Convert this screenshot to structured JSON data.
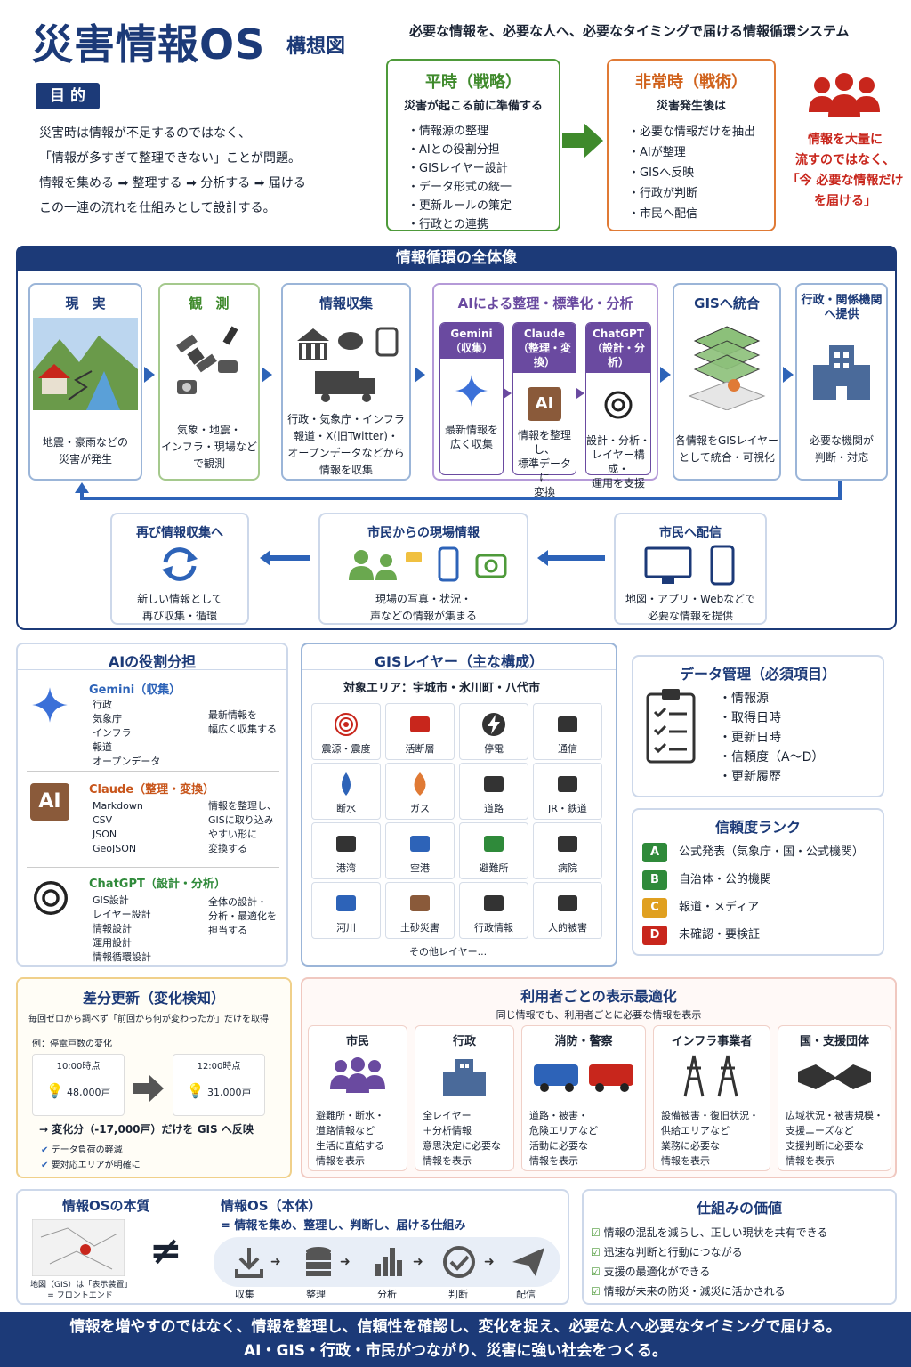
{
  "header": {
    "title": "災害情報OS",
    "title_suffix": "構想図",
    "tagline": "必要な情報を、必要な人へ、必要なタイミングで届ける情報循環システム"
  },
  "purpose": {
    "tag": "目 的",
    "lines": [
      "災害時は情報が不足するのではなく、",
      "「情報が多すぎて整理できない」ことが問題。",
      "情報を集める ➡ 整理する ➡ 分析する ➡ 届ける",
      "この一連の流れを仕組みとして設計する。"
    ]
  },
  "peacetime": {
    "title": "平時（戦略）",
    "subtitle": "災害が起こる前に準備する",
    "items": [
      "情報源の整理",
      "AIとの役割分担",
      "GISレイヤー設計",
      "データ形式の統一",
      "更新ルールの策定",
      "行政との連携"
    ]
  },
  "emergency": {
    "title": "非常時（戦術）",
    "subtitle": "災害発生後は",
    "items": [
      "必要な情報だけを抽出",
      "AIが整理",
      "GISへ反映",
      "行政が判断",
      "市民へ配信"
    ]
  },
  "warning": [
    "情報を大量に",
    "流すのではなく、",
    "「今 必要な情報だけ",
    "を届ける」"
  ],
  "cycle": {
    "header": "情報循環の全体像",
    "reality": {
      "title": "現　実",
      "desc": [
        "地震・豪雨などの",
        "災害が発生"
      ]
    },
    "observe": {
      "title": "観　測",
      "desc": [
        "気象・地震・",
        "インフラ・現場など",
        "で観測"
      ]
    },
    "collect": {
      "title": "情報収集",
      "desc": [
        "行政・気象庁・インフラ",
        "報道・X(旧Twitter)・",
        "オープンデータなどから",
        "情報を収集"
      ]
    },
    "ai": {
      "title": "AIによる整理・標準化・分析",
      "steps": [
        {
          "head1": "Gemini",
          "head2": "（収集）",
          "desc": [
            "最新情報を",
            "広く収集"
          ]
        },
        {
          "head1": "Claude",
          "head2": "（整理・変換）",
          "desc": [
            "情報を整理し、",
            "標準データに",
            "変換"
          ]
        },
        {
          "head1": "ChatGPT",
          "head2": "（設計・分析）",
          "desc": [
            "設計・分析・",
            "レイヤー構成・",
            "運用を支援"
          ]
        }
      ]
    },
    "gis": {
      "title": "GISへ統合",
      "desc": [
        "各情報をGISレイヤー",
        "として統合・可視化"
      ]
    },
    "gov": {
      "title1": "行政・関係機関",
      "title2": "へ提供",
      "desc": [
        "必要な機関が",
        "判断・対応"
      ]
    },
    "recollect": {
      "title": "再び情報収集へ",
      "desc": [
        "新しい情報として",
        "再び収集・循環"
      ]
    },
    "citizen_field": {
      "title": "市民からの現場情報",
      "desc": [
        "現場の写真・状況・",
        "声などの情報が集まる"
      ]
    },
    "distribute": {
      "title": "市民へ配信",
      "desc": [
        "地図・アプリ・Webなどで",
        "必要な情報を提供"
      ]
    }
  },
  "ai_roles": {
    "title": "AIの役割分担",
    "rows": [
      {
        "name": "Gemini（収集）",
        "color": "#2d63b8",
        "items": [
          "行政",
          "気象庁",
          "インフラ",
          "報道",
          "オープンデータ"
        ],
        "desc": [
          "最新情報を",
          "幅広く収集する"
        ]
      },
      {
        "name": "Claude（整理・変換）",
        "color": "#c8561c",
        "items": [
          "Markdown",
          "CSV",
          "JSON",
          "GeoJSON"
        ],
        "desc": [
          "情報を整理し、",
          "GISに取り込み",
          "やすい形に",
          "変換する"
        ]
      },
      {
        "name": "ChatGPT（設計・分析）",
        "color": "#2f8a3a",
        "items": [
          "GIS設計",
          "レイヤー設計",
          "情報設計",
          "運用設計",
          "情報循環設計"
        ],
        "desc": [
          "全体の設計・",
          "分析・最適化を",
          "担当する"
        ]
      }
    ]
  },
  "gis_layers": {
    "title": "GISレイヤー（主な構成）",
    "area": "対象エリア：宇城市・氷川町・八代市",
    "layers": [
      "震源・震度",
      "活断層",
      "停電",
      "通信",
      "断水",
      "ガス",
      "道路",
      "JR・鉄道",
      "港湾",
      "空港",
      "避難所",
      "病院",
      "河川",
      "土砂災害",
      "行政情報",
      "人的被害"
    ],
    "more": "その他レイヤー..."
  },
  "data_mgmt": {
    "title": "データ管理（必須項目）",
    "items": [
      "情報源",
      "取得日時",
      "更新日時",
      "信頼度（A〜D）",
      "更新履歴"
    ]
  },
  "trust": {
    "title": "信頼度ランク",
    "ranks": [
      {
        "k": "A",
        "label": "公式発表（気象庁・国・公式機関）",
        "color": "#2f8a3a"
      },
      {
        "k": "B",
        "label": "自治体・公的機関",
        "color": "#2f8a3a"
      },
      {
        "k": "C",
        "label": "報道・メディア",
        "color": "#e0a020"
      },
      {
        "k": "D",
        "label": "未確認・要検証",
        "color": "#c8261c"
      }
    ]
  },
  "diff": {
    "title": "差分更新（変化検知）",
    "desc": "毎回ゼロから調べず「前回から何が変わったか」だけを取得",
    "example": "例：停電戸数の変化",
    "before": {
      "time": "10:00時点",
      "value": "48,000戸"
    },
    "after": {
      "time": "12:00時点",
      "value": "31,000戸"
    },
    "result": "→ 変化分（-17,000戸）だけを GIS へ反映",
    "benefits": [
      "データ負荷の軽減",
      "要対応エリアが明確に"
    ]
  },
  "users": {
    "title": "利用者ごとの表示最適化",
    "subtitle": "同じ情報でも、利用者ごとに必要な情報を表示",
    "cards": [
      {
        "t": "市民",
        "d": [
          "避難所・断水・",
          "道路情報など",
          "生活に直結する",
          "情報を表示"
        ]
      },
      {
        "t": "行政",
        "d": [
          "全レイヤー",
          "＋分析情報",
          "意思決定に必要な",
          "情報を表示"
        ]
      },
      {
        "t": "消防・警察",
        "d": [
          "道路・被害・",
          "危険エリアなど",
          "活動に必要な",
          "情報を表示"
        ]
      },
      {
        "t": "インフラ事業者",
        "d": [
          "設備被害・復旧状況・",
          "供給エリアなど",
          "業務に必要な",
          "情報を表示"
        ]
      },
      {
        "t": "国・支援団体",
        "d": [
          "広域状況・被害規模・",
          "支援ニーズなど",
          "支援判断に必要な",
          "情報を表示"
        ]
      }
    ]
  },
  "essence": {
    "title": "情報OSの本質",
    "map_note1": "地図（GIS）は「表示装置」",
    "map_note2": "= フロントエンド",
    "neq": "≠",
    "os_title": "情報OS（本体）",
    "os_desc": "= 情報を集め、整理し、判断し、届ける仕組み",
    "flow": [
      "収集",
      "整理",
      "分析",
      "判断",
      "配信"
    ]
  },
  "value": {
    "title": "仕組みの価値",
    "items": [
      "情報の混乱を減らし、正しい現状を共有できる",
      "迅速な判断と行動につながる",
      "支援の最適化ができる",
      "情報が未来の防災・減災に活かされる"
    ]
  },
  "footer": {
    "line1": "情報を増やすのではなく、情報を整理し、信頼性を確認し、変化を捉え、必要な人へ必要なタイミングで届ける。",
    "line2": "AI・GIS・行政・市民がつながり、災害に強い社会をつくる。"
  },
  "colors": {
    "navy": "#1c3a78",
    "green": "#4e9a3a",
    "orange": "#e07a35",
    "purple": "#6a4aa0",
    "red": "#c8261c"
  }
}
